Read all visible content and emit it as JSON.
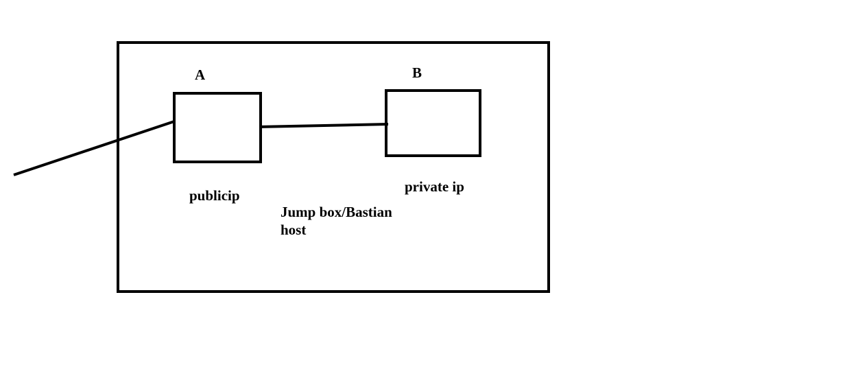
{
  "colors": {
    "background": "#ffffff",
    "stroke": "#000000"
  },
  "diagram": {
    "nodes": [
      {
        "id": "A",
        "label": "A",
        "caption": "publicip"
      },
      {
        "id": "B",
        "label": "B",
        "caption": "private ip"
      }
    ],
    "edges": [
      {
        "from": "external",
        "to": "A"
      },
      {
        "from": "A",
        "to": "B"
      }
    ],
    "network_label_line1": "Jump box/Bastian",
    "network_label_line2": "host"
  }
}
